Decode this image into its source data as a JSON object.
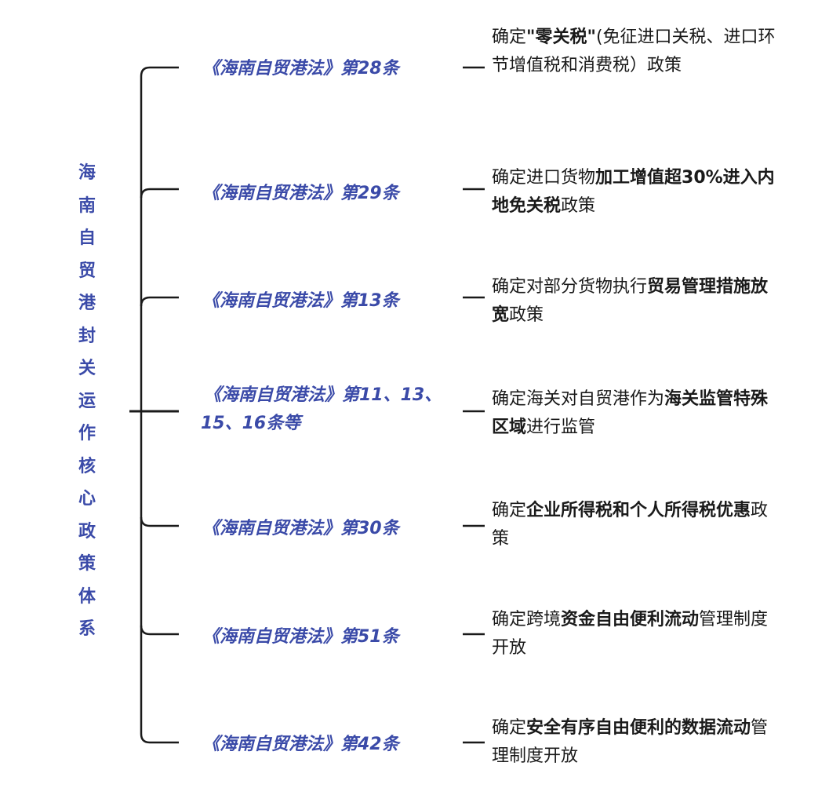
{
  "diagram": {
    "root": {
      "title_chars": [
        "海",
        "南",
        "自",
        "贸",
        "港",
        "封",
        "关",
        "运",
        "作",
        "核",
        "心",
        "政",
        "策",
        "体",
        "系"
      ],
      "title": "海南自贸港封关运作核心政策体系"
    },
    "branches": [
      {
        "law": "《海南自贸港法》第28条",
        "policy": [
          {
            "text": "确定",
            "bold": false
          },
          {
            "text": "\"零关税\"",
            "bold": true
          },
          {
            "text": "(免征进口关税、进口环节增值税和消费税）政策",
            "bold": false
          }
        ]
      },
      {
        "law": "《海南自贸港法》第29条",
        "policy": [
          {
            "text": "确定进口货物",
            "bold": false
          },
          {
            "text": "加工增值超30%进入内地免关税",
            "bold": true
          },
          {
            "text": "政策",
            "bold": false
          }
        ]
      },
      {
        "law": "《海南自贸港法》第13条",
        "policy": [
          {
            "text": "确定对部分货物执行",
            "bold": false
          },
          {
            "text": "贸易管理措施放宽",
            "bold": true
          },
          {
            "text": "政策",
            "bold": false
          }
        ]
      },
      {
        "law": "《海南自贸港法》第11、13、15、16条等",
        "policy": [
          {
            "text": "确定海关对自贸港作为",
            "bold": false
          },
          {
            "text": "海关监管特殊区域",
            "bold": true
          },
          {
            "text": "进行监管",
            "bold": false
          }
        ]
      },
      {
        "law": "《海南自贸港法》第30条",
        "policy": [
          {
            "text": "确定",
            "bold": false
          },
          {
            "text": "企业所得税和个人所得税优惠",
            "bold": true
          },
          {
            "text": "政策",
            "bold": false
          }
        ]
      },
      {
        "law": "《海南自贸港法》第51条",
        "policy": [
          {
            "text": "确定跨境",
            "bold": false
          },
          {
            "text": "资金自由便利流动",
            "bold": true
          },
          {
            "text": "管理制度开放",
            "bold": false
          }
        ]
      },
      {
        "law": "《海南自贸港法》第42条",
        "policy": [
          {
            "text": "确定",
            "bold": false
          },
          {
            "text": "安全有序自由便利的数据流动",
            "bold": true
          },
          {
            "text": "管理制度开放",
            "bold": false
          }
        ]
      }
    ],
    "colors": {
      "accent_blue": "#3a4aa8",
      "text_dark": "#1a1a1a",
      "line": "#1a1a1a"
    }
  }
}
